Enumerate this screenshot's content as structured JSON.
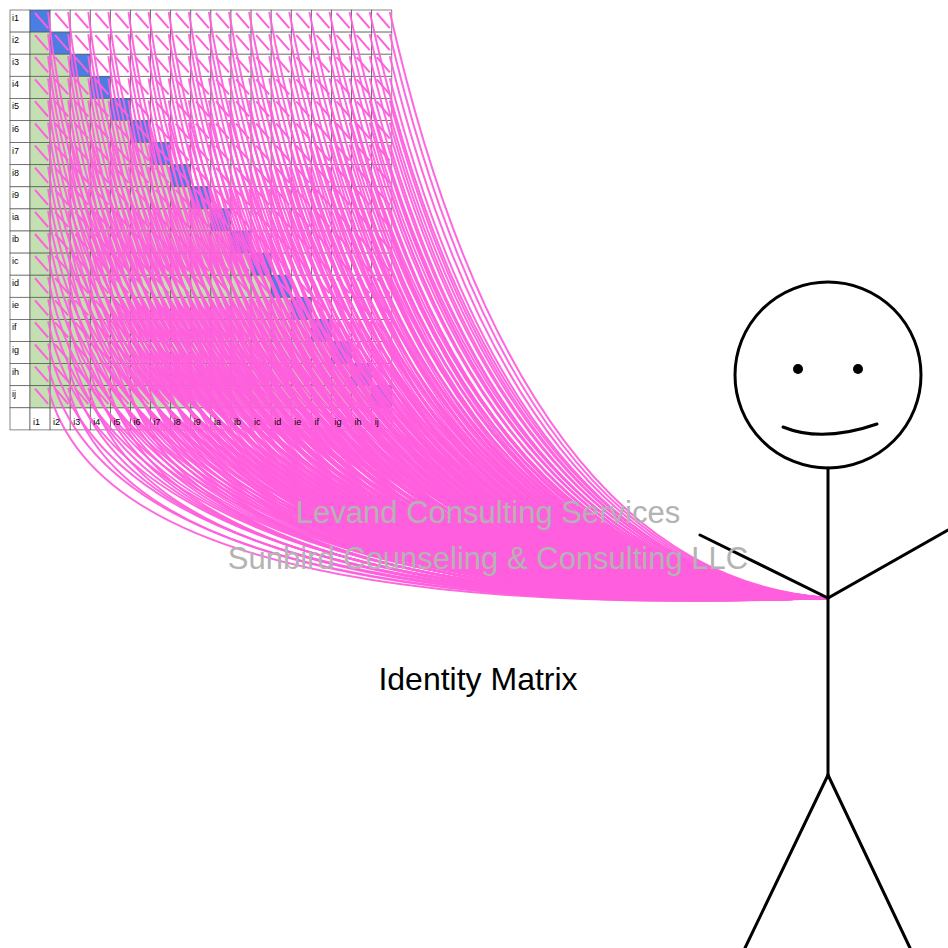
{
  "diagram": {
    "caption": "Identity Matrix",
    "labels": [
      "i1",
      "i2",
      "i3",
      "i4",
      "i5",
      "i6",
      "i7",
      "i8",
      "i9",
      "ia",
      "ib",
      "ic",
      "id",
      "ie",
      "if",
      "ig",
      "ih",
      "ij",
      "i1",
      "i2",
      "i3",
      "i4",
      "i5",
      "i6",
      "i7",
      "i8",
      "i9",
      "ia",
      "ib",
      "ic",
      "id",
      "ie",
      "if",
      "ig",
      "ih",
      "ij",
      "Levand Consulting Services",
      "Sunbird Counseling & Consulting LLC"
    ]
  }
}
